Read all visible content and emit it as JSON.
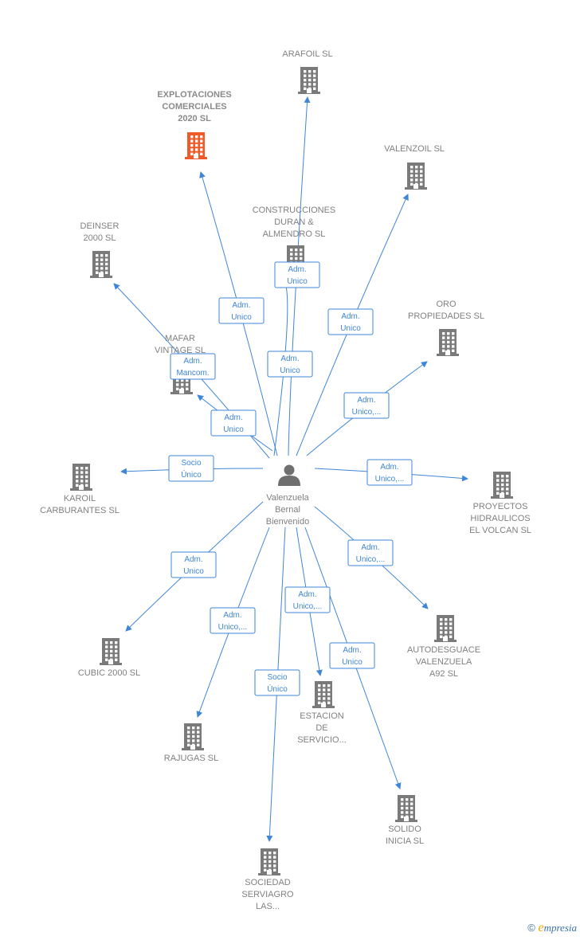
{
  "colors": {
    "edge": "#3f86d8",
    "company": "#7a7a7a",
    "highlight": "#f05a28",
    "person": "#6f6f6f",
    "label": "#808080"
  },
  "center": {
    "id": "person",
    "icon": "person-icon",
    "lines": [
      "Valenzuela",
      "Bernal",
      "Bienvenido"
    ]
  },
  "nodes": [
    {
      "id": "arafoil",
      "lines": [
        "ARAFOIL  SL"
      ]
    },
    {
      "id": "explotaciones",
      "lines": [
        "EXPLOTACIONES",
        "COMERCIALES",
        "2020  SL"
      ],
      "highlight": true
    },
    {
      "id": "valenzoil",
      "lines": [
        "VALENZOIL  SL"
      ]
    },
    {
      "id": "construcciones",
      "lines": [
        "CONSTRUCCIONES",
        "DURAN &",
        "ALMENDRO SL"
      ]
    },
    {
      "id": "deinser",
      "lines": [
        "DEINSER",
        "2000  SL"
      ]
    },
    {
      "id": "oro",
      "lines": [
        "ORO",
        "PROPIEDADES SL"
      ]
    },
    {
      "id": "mafar",
      "lines": [
        "MAFAR",
        "VINTAGE SL"
      ]
    },
    {
      "id": "karoil",
      "lines": [
        "KAROIL",
        "CARBURANTES SL"
      ]
    },
    {
      "id": "proyectos",
      "lines": [
        "PROYECTOS",
        "HIDRAULICOS",
        "EL VOLCAN  SL"
      ]
    },
    {
      "id": "autodesguace",
      "lines": [
        "AUTODESGUACE",
        "VALENZUELA",
        "A92  SL"
      ]
    },
    {
      "id": "cubic",
      "lines": [
        "CUBIC 2000 SL"
      ]
    },
    {
      "id": "estacion",
      "lines": [
        "ESTACION",
        "DE",
        "SERVICIO..."
      ]
    },
    {
      "id": "rajugas",
      "lines": [
        "RAJUGAS SL"
      ]
    },
    {
      "id": "solido",
      "lines": [
        "SOLIDO",
        "INICIA  SL"
      ]
    },
    {
      "id": "sociedad",
      "lines": [
        "SOCIEDAD",
        "SERVIAGRO",
        "LAS..."
      ]
    }
  ],
  "edges": [
    {
      "to": "arafoil",
      "label": [
        "Adm.",
        "Unico"
      ]
    },
    {
      "to": "explotaciones",
      "label": [
        "Adm.",
        "Unico"
      ]
    },
    {
      "to": "valenzoil",
      "label": [
        "Adm.",
        "Unico"
      ]
    },
    {
      "to": "construcciones",
      "label": [
        "Adm.",
        "Unico"
      ]
    },
    {
      "to": "deinser",
      "label": [
        "Adm.",
        "Mancom."
      ]
    },
    {
      "to": "oro",
      "label": [
        "Adm.",
        "Unico,..."
      ]
    },
    {
      "to": "mafar",
      "label": [
        "Adm.",
        "Unico"
      ]
    },
    {
      "to": "karoil",
      "label": [
        "Socio",
        "Único"
      ]
    },
    {
      "to": "proyectos",
      "label": [
        "Adm.",
        "Unico,..."
      ]
    },
    {
      "to": "autodesguace",
      "label": [
        "Adm.",
        "Unico,..."
      ]
    },
    {
      "to": "cubic",
      "label": [
        "Adm.",
        "Unico"
      ]
    },
    {
      "to": "estacion",
      "label": [
        "Adm.",
        "Unico,..."
      ]
    },
    {
      "to": "rajugas",
      "label": [
        "Adm.",
        "Unico,..."
      ]
    },
    {
      "to": "solido",
      "label": [
        "Adm.",
        "Unico"
      ]
    },
    {
      "to": "sociedad",
      "label": [
        "Socio",
        "Único"
      ]
    }
  ],
  "footer": {
    "copyright_symbol": "©",
    "brand_initial": "e",
    "brand_rest": "mpresia"
  }
}
